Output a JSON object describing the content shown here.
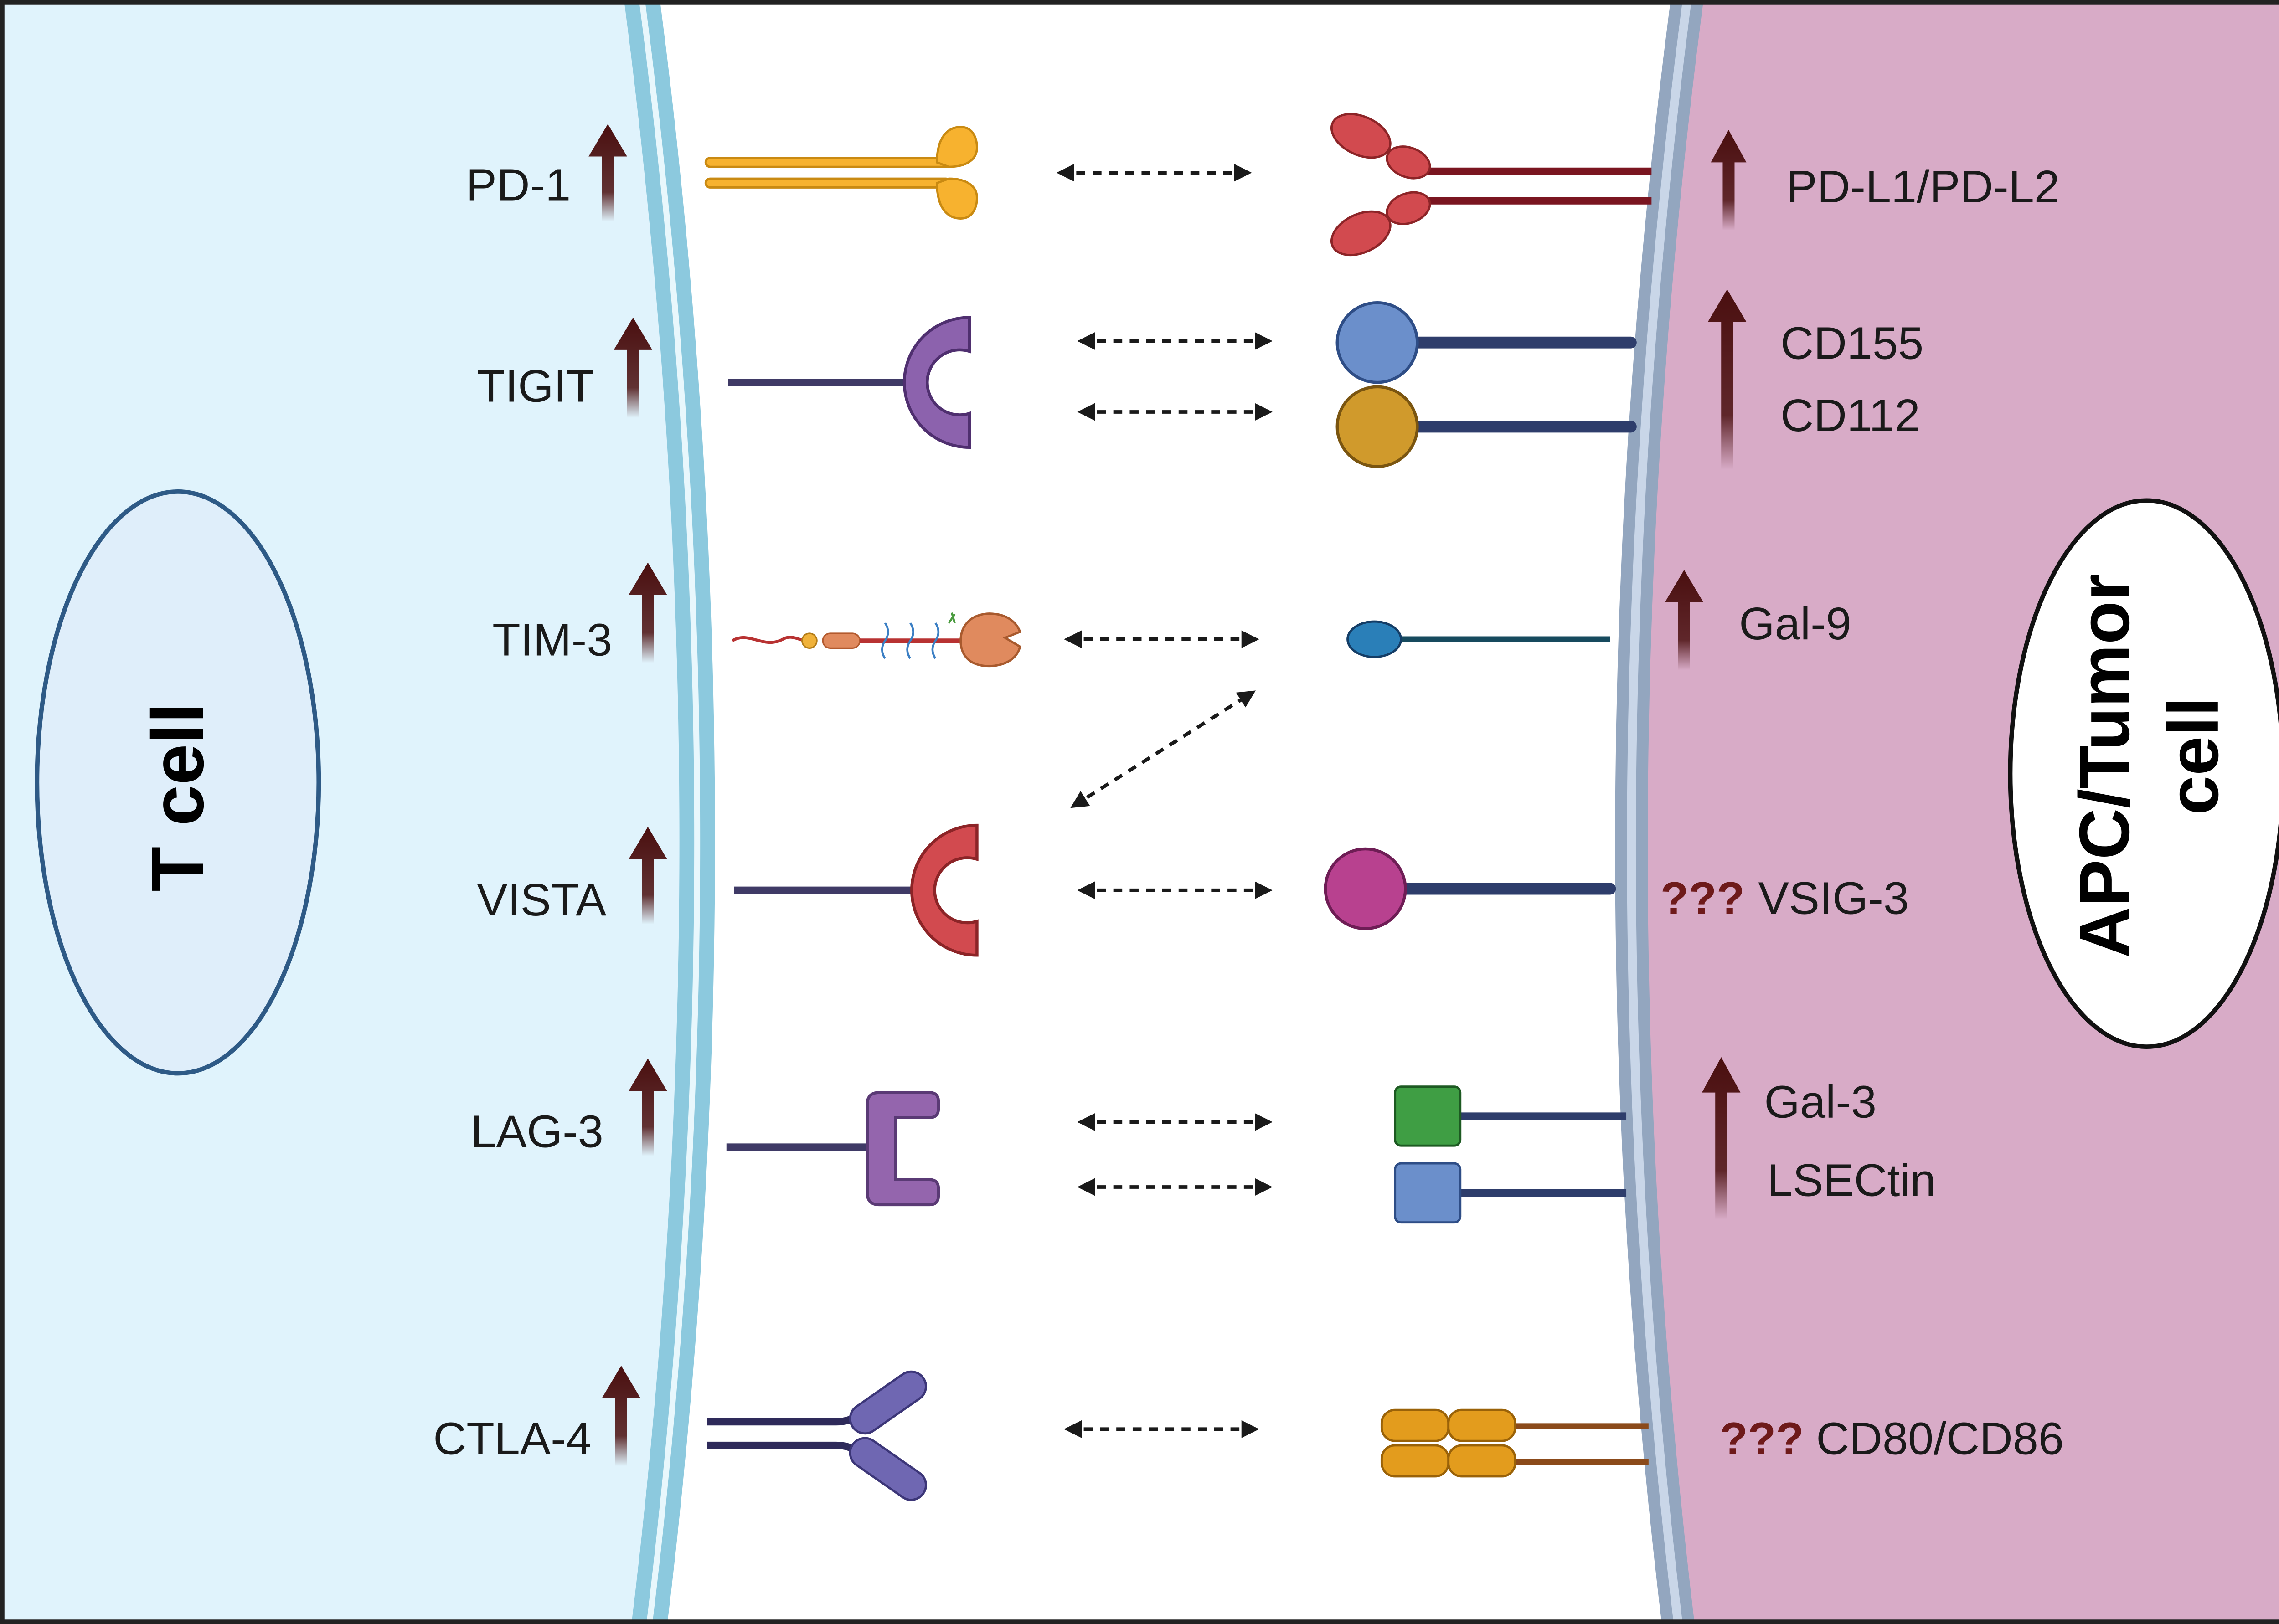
{
  "cells": {
    "left": "T cell",
    "right_line1": "APC/Tumor",
    "right_line2": "cell"
  },
  "receptors": {
    "pd1": "PD-1",
    "tigit": "TIGIT",
    "tim3": "TIM-3",
    "vista": "VISTA",
    "lag3": "LAG-3",
    "ctla4": "CTLA-4"
  },
  "ligands": {
    "pdl": "PD-L1/PD-L2",
    "cd155": "CD155",
    "cd112": "CD112",
    "gal9": "Gal-9",
    "vsig3": "VSIG-3",
    "gal3": "Gal-3",
    "lsectin": "LSECtin",
    "cd80": "CD80/CD86"
  },
  "unknown_marker": "???",
  "colors": {
    "t_cell_fill": "#e0f3fc",
    "apc_fill": "#d8abc7",
    "left_membrane": "#8cc9de",
    "right_membrane": "#93a6bf",
    "up_arrow": "#4a0f0f",
    "unknown_marker": "#6e1a1a",
    "pd1": "#f7b22f",
    "pdl": "#d24a4f",
    "tigit": "#8c62ad",
    "cd155": "#6b8fcb",
    "cd112": "#d09a2c",
    "gal9": "#2a7fb8",
    "vista": "#d24a4f",
    "vsig3": "#b8418f",
    "lag3": "#9465ad",
    "gal3": "#3f9e44",
    "lsectin": "#6b8fcb",
    "ctla4": "#6f67b2",
    "cd80": "#e39c1d"
  }
}
